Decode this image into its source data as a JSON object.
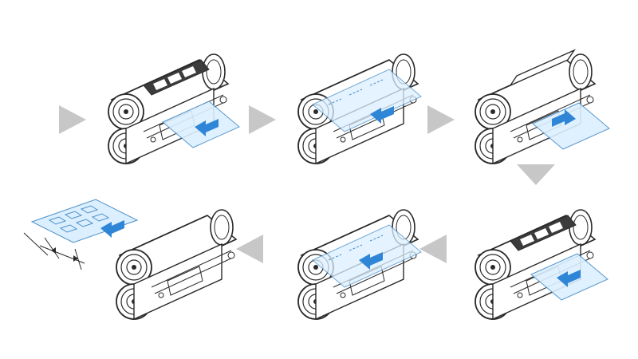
{
  "diagram": {
    "kind": "sequential process illustration",
    "step_count": 6,
    "colors": {
      "line": "#2a2a2a",
      "machine_fill": "#ffffff",
      "panel_dark": "#3c3c3c",
      "sheet_fill": "#dcefff",
      "sheet_stroke": "#4a90c8",
      "arrow_blue": "#2f86d6",
      "flow_arrow_gray": "#c7c7c7"
    },
    "steps": [
      {
        "id": 1,
        "sheet_direction": "in",
        "cover_panel": "closed-dark",
        "sheet_state": "flat"
      },
      {
        "id": 2,
        "sheet_direction": "in",
        "cover_panel": "transparent",
        "sheet_state": "wrapped"
      },
      {
        "id": 3,
        "sheet_direction": "out",
        "cover_panel": "lid-open",
        "sheet_state": "flat"
      },
      {
        "id": 4,
        "sheet_direction": "in",
        "cover_panel": "closed-dark",
        "sheet_state": "flat"
      },
      {
        "id": 5,
        "sheet_direction": "in",
        "cover_panel": "transparent",
        "sheet_state": "wrapped"
      },
      {
        "id": 6,
        "sheet_direction": "out",
        "cover_panel": "open",
        "sheet_state": "finished-cut"
      }
    ],
    "flow": [
      "right",
      "right",
      "down",
      "left",
      "left"
    ]
  }
}
